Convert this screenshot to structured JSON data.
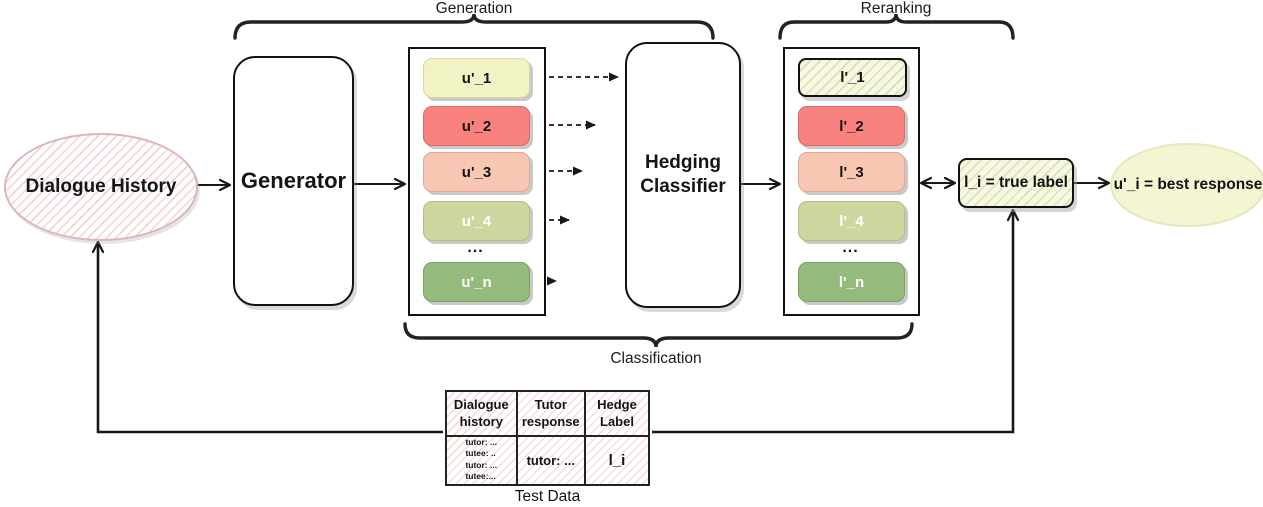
{
  "labels": {
    "generation": "Generation",
    "reranking": "Reranking",
    "classification": "Classification",
    "test_data": "Test Data"
  },
  "nodes": {
    "dialogue_history": "Dialogue History",
    "generator": "Generator",
    "classifier": "Hedging Classifier",
    "true_label": "l_i = true label",
    "best_response": "u'_i = best response"
  },
  "candidates": [
    "u'_1",
    "u'_2",
    "u'_3",
    "u'_4",
    "u'_n"
  ],
  "rerank_labels": [
    "l'_1",
    "l'_2",
    "l'_3",
    "l'_4",
    "l'_n"
  ],
  "ellipsis": "...",
  "table": {
    "headers": [
      "Dialogue history",
      "Tutor response",
      "Hedge Label"
    ],
    "row": {
      "dialogue_history": [
        "tutor: ...",
        "tutee: ..",
        "tutor: ...",
        "tutee:..."
      ],
      "tutor_response": "tutor: ...",
      "hedge_label": "l_i"
    }
  },
  "colors": {
    "candidate_yellow": "#f2f3c5",
    "candidate_red": "#f9827e",
    "candidate_salmon": "#f8c7b4",
    "candidate_lightgreen": "#ccd69e",
    "candidate_green": "#94bb7d",
    "hatch_pink": "#e08c8c",
    "hatch_cream_background": "#f7f8e1",
    "best_response_yellow": "#f4f5d2",
    "stroke_dark": "#181818"
  }
}
